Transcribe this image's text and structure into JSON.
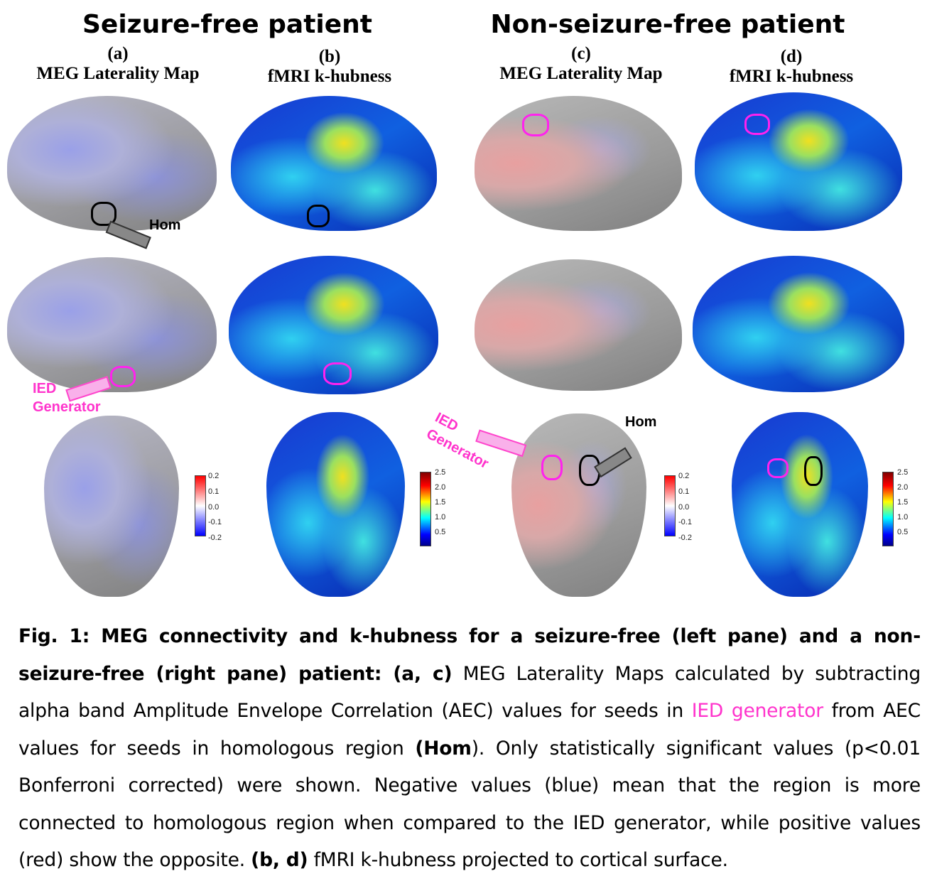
{
  "headers": {
    "left": "Seizure-free patient",
    "right": "Non-seizure-free patient"
  },
  "panels": [
    {
      "letter": "(a)",
      "title": "MEG Laterality Map"
    },
    {
      "letter": "(b)",
      "title": "fMRI k-hubness"
    },
    {
      "letter": "(c)",
      "title": "MEG Laterality Map"
    },
    {
      "letter": "(d)",
      "title": "fMRI k-hubness"
    }
  ],
  "annotations": {
    "hom": "Hom",
    "ied_line1": "IED",
    "ied_line2": "Generator",
    "ied_rotated_1": "IED",
    "ied_rotated_2": "Generator"
  },
  "colorbars": {
    "meg": {
      "ticks": [
        "0.2",
        "0.1",
        "0.0",
        "-0.1",
        "-0.2"
      ],
      "colors": [
        "#ff0000",
        "#ffffff",
        "#0000ff"
      ]
    },
    "fmri": {
      "ticks": [
        "2.5",
        "2.0",
        "1.5",
        "1.0",
        "0.5"
      ],
      "colors": [
        "#800000",
        "#ff0000",
        "#ffff00",
        "#00ffff",
        "#0000ff",
        "#00008b"
      ]
    }
  },
  "caption": {
    "s1": "Fig. 1: MEG connectivity and k-hubness for a seizure-free (left pane) and a non-seizure-free (right pane) patient: (a, c)",
    "s2": " MEG Laterality Maps calculated by subtracting alpha band Amplitude Envelope Correlation (AEC) values for seeds in ",
    "s3": "IED generator",
    "s4": " from AEC values for seeds in homologous region ",
    "s5": "(Hom",
    "s6": "). Only statistically significant values (p<0.01 Bonferroni corrected) were shown. Negative values (blue) mean that the region is more connected to homologous region when compared to the IED generator, while positive values (red) show the opposite. ",
    "s7": "(b, d)",
    "s8": " fMRI k-hubness projected to cortical surface."
  }
}
